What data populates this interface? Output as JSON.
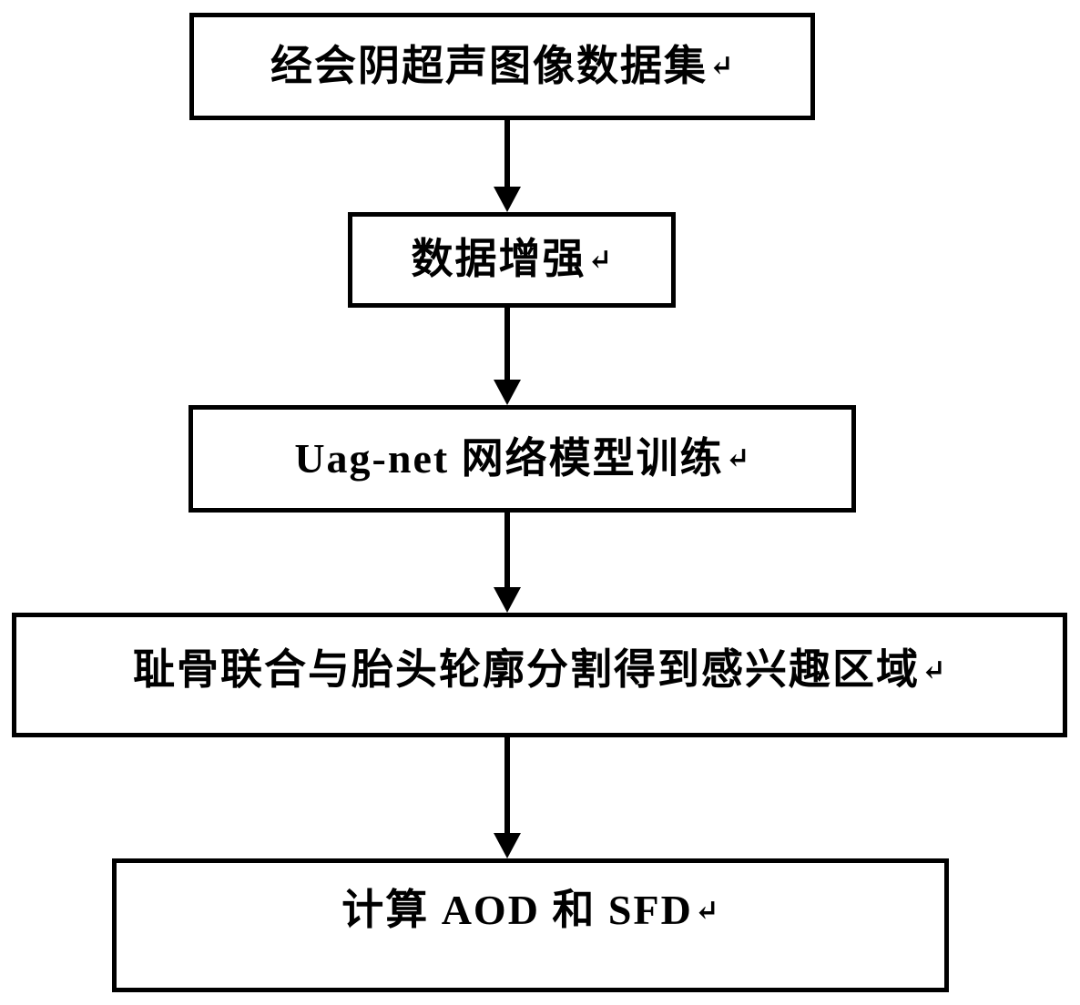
{
  "diagram": {
    "type": "flowchart",
    "direction": "top-down",
    "colors": {
      "background": "#ffffff",
      "border": "#000000",
      "text": "#000000"
    },
    "nodes": [
      {
        "id": "dataset",
        "label": "经会阴超声图像数据集",
        "return_mark": "↵"
      },
      {
        "id": "augmentation",
        "label": "数据增强",
        "return_mark": "↵"
      },
      {
        "id": "training",
        "label": "Uag-net 网络模型训练",
        "return_mark": "↵"
      },
      {
        "id": "segmentation",
        "label": "耻骨联合与胎头轮廓分割得到感兴趣区域",
        "return_mark": "↵"
      },
      {
        "id": "measurement",
        "label": "计算 AOD 和 SFD",
        "return_mark": "↵"
      }
    ],
    "edges": [
      {
        "from": "dataset",
        "to": "augmentation",
        "style": "solid-arrow-down"
      },
      {
        "from": "augmentation",
        "to": "training",
        "style": "solid-arrow-down"
      },
      {
        "from": "training",
        "to": "segmentation",
        "style": "solid-arrow-down"
      },
      {
        "from": "segmentation",
        "to": "measurement",
        "style": "solid-arrow-down"
      }
    ]
  }
}
